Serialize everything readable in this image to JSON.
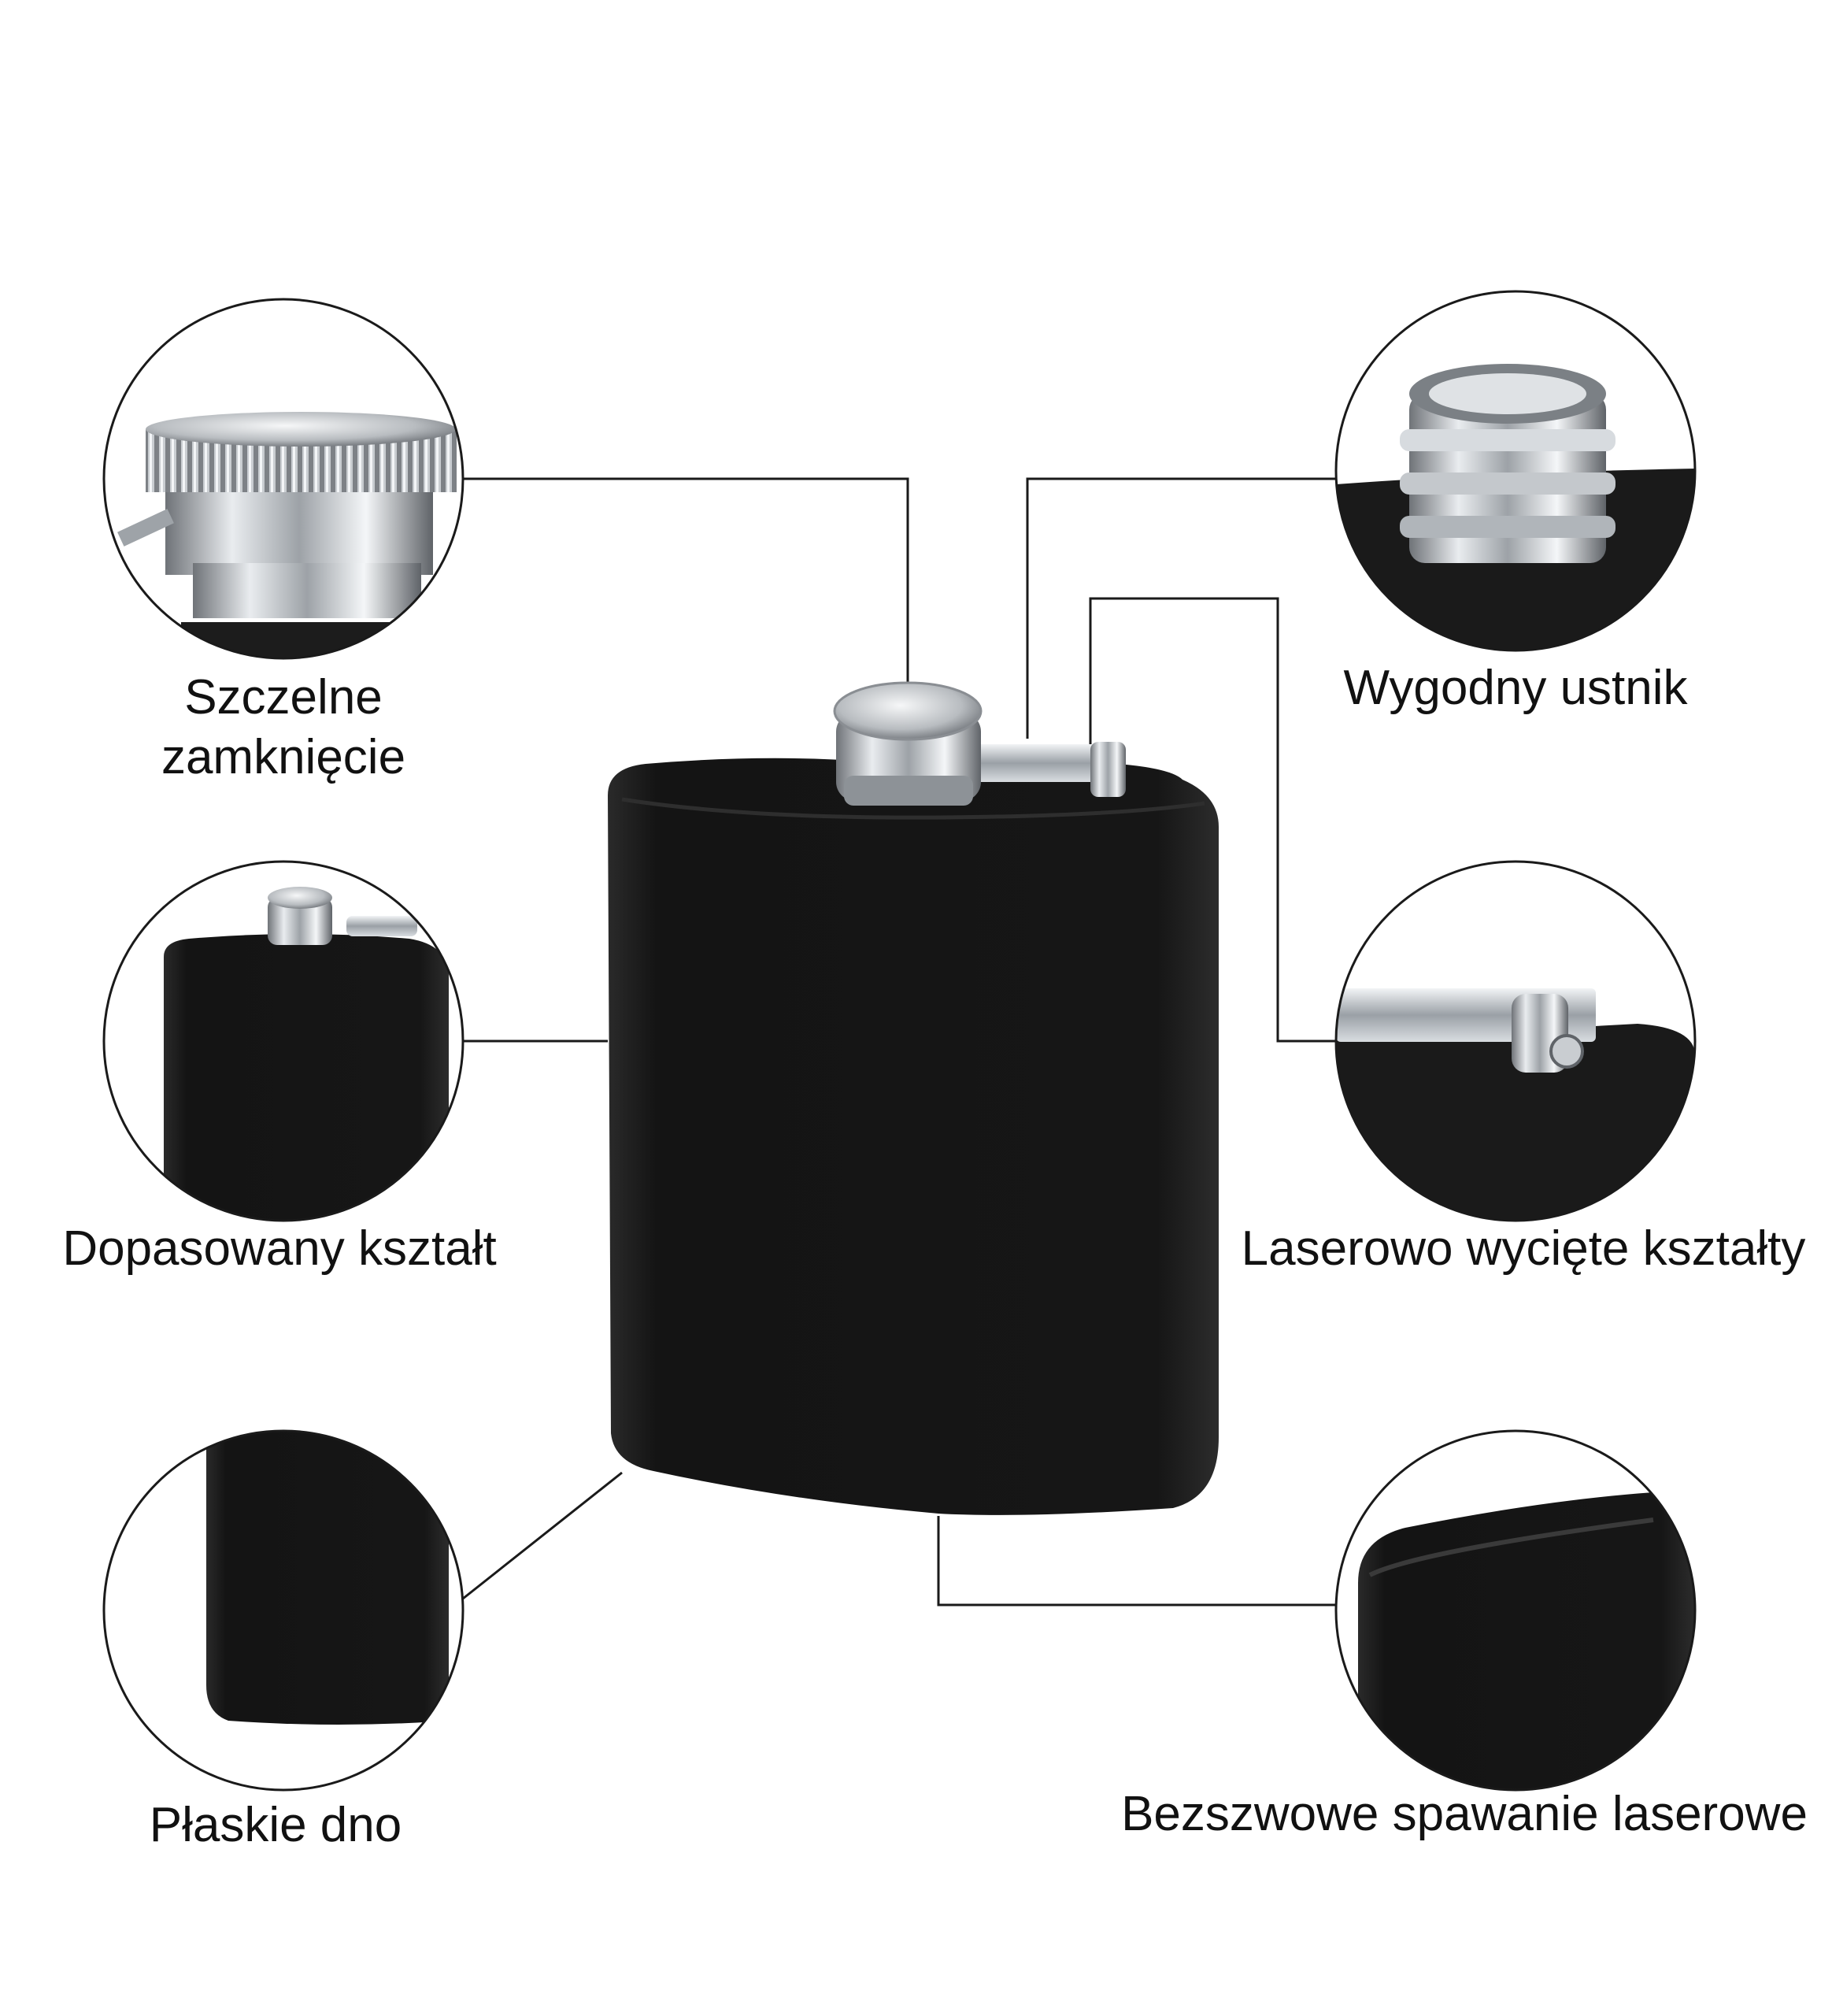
{
  "features": {
    "seal": {
      "line1": "Szczelne",
      "line2": "zamknięcie"
    },
    "mouth": {
      "label": "Wygodny ustnik"
    },
    "shape": {
      "label": "Dopasowany kształt"
    },
    "laser_cut": {
      "label": "Laserowo wycięte kształty"
    },
    "bottom": {
      "label": "Płaskie dno"
    },
    "welding": {
      "label": "Bezszwowe spawanie laserowe"
    }
  },
  "colors": {
    "flask_body": "#161616",
    "steel": "#b9bcc0",
    "callout_line": "#1a1a1a",
    "background": "#ffffff"
  },
  "icons": [
    "hip-flask",
    "screw-cap",
    "threaded-mouth",
    "hinge"
  ]
}
